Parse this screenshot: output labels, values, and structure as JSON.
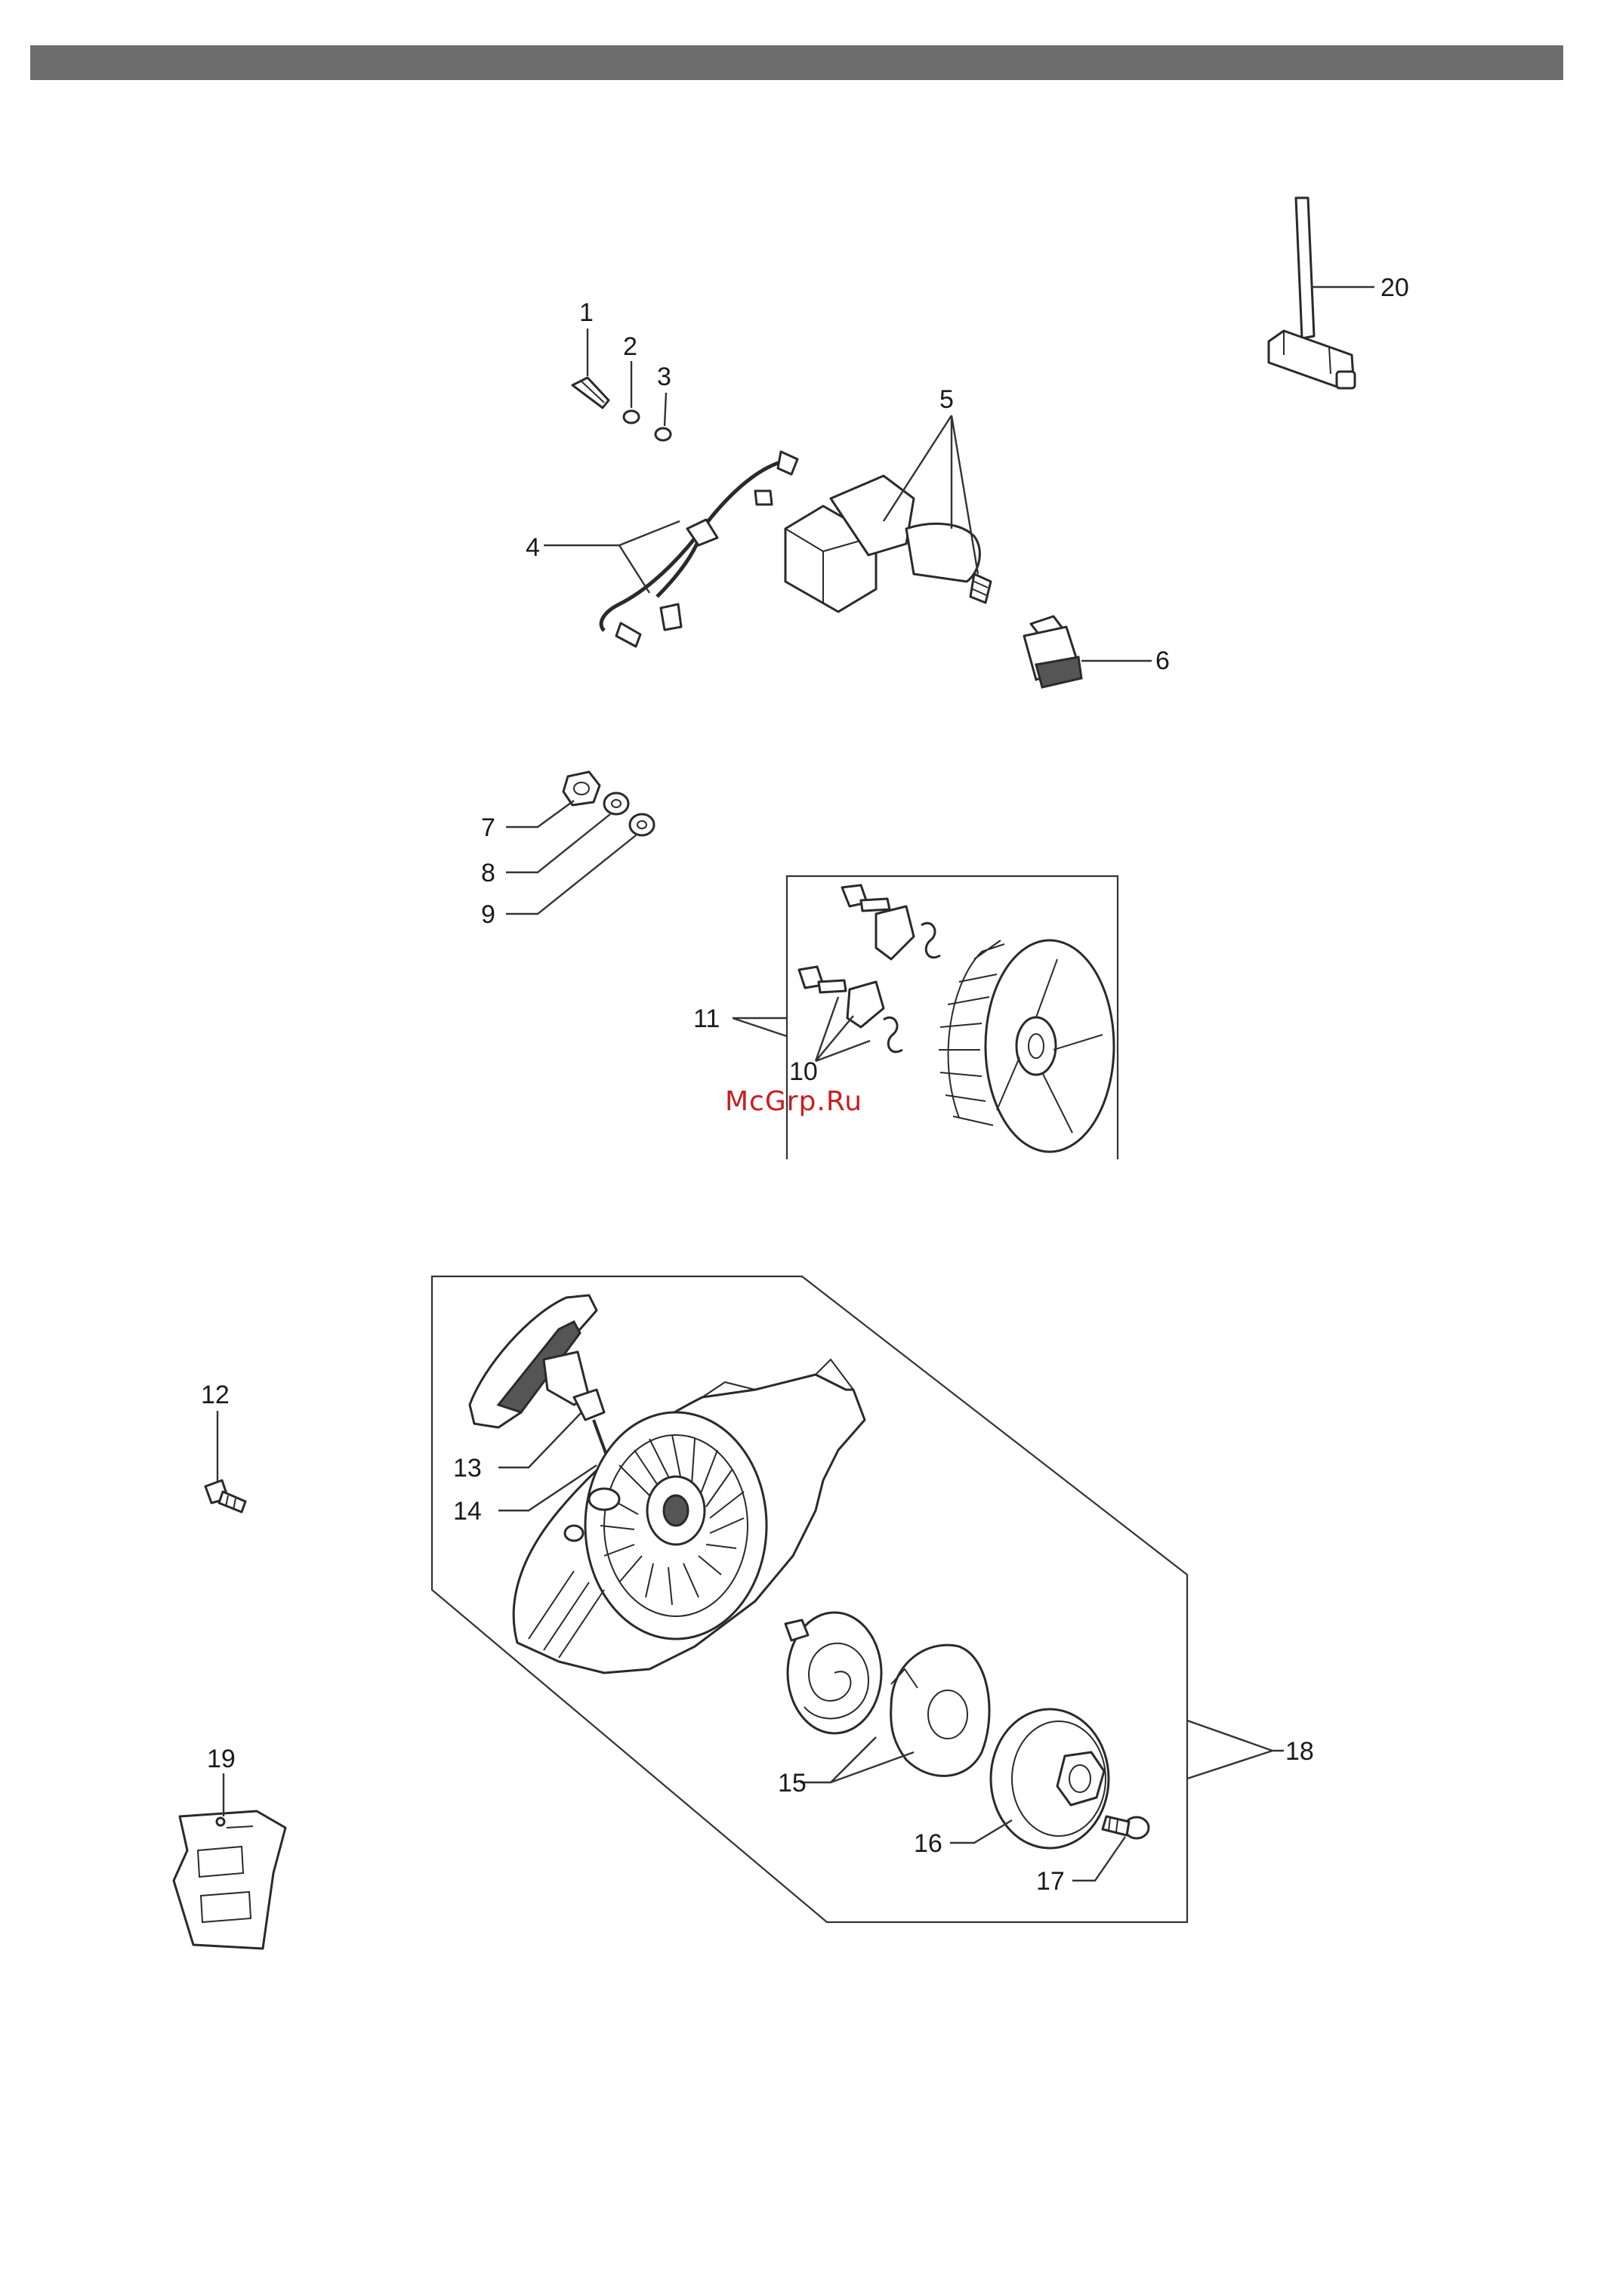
{
  "watermark": "McGrp.Ru",
  "callouts": {
    "c1": "1",
    "c2": "2",
    "c3": "3",
    "c4": "4",
    "c5": "5",
    "c6": "6",
    "c7": "7",
    "c8": "8",
    "c9": "9",
    "c10": "10",
    "c11": "11",
    "c12": "12",
    "c13": "13",
    "c14": "14",
    "c15": "15",
    "c16": "16",
    "c17": "17",
    "c18": "18",
    "c19": "19",
    "c20": "20"
  },
  "colors": {
    "header_bar": "#6d6d6d",
    "watermark": "#c81e1e",
    "line": "#2a2a2a"
  }
}
